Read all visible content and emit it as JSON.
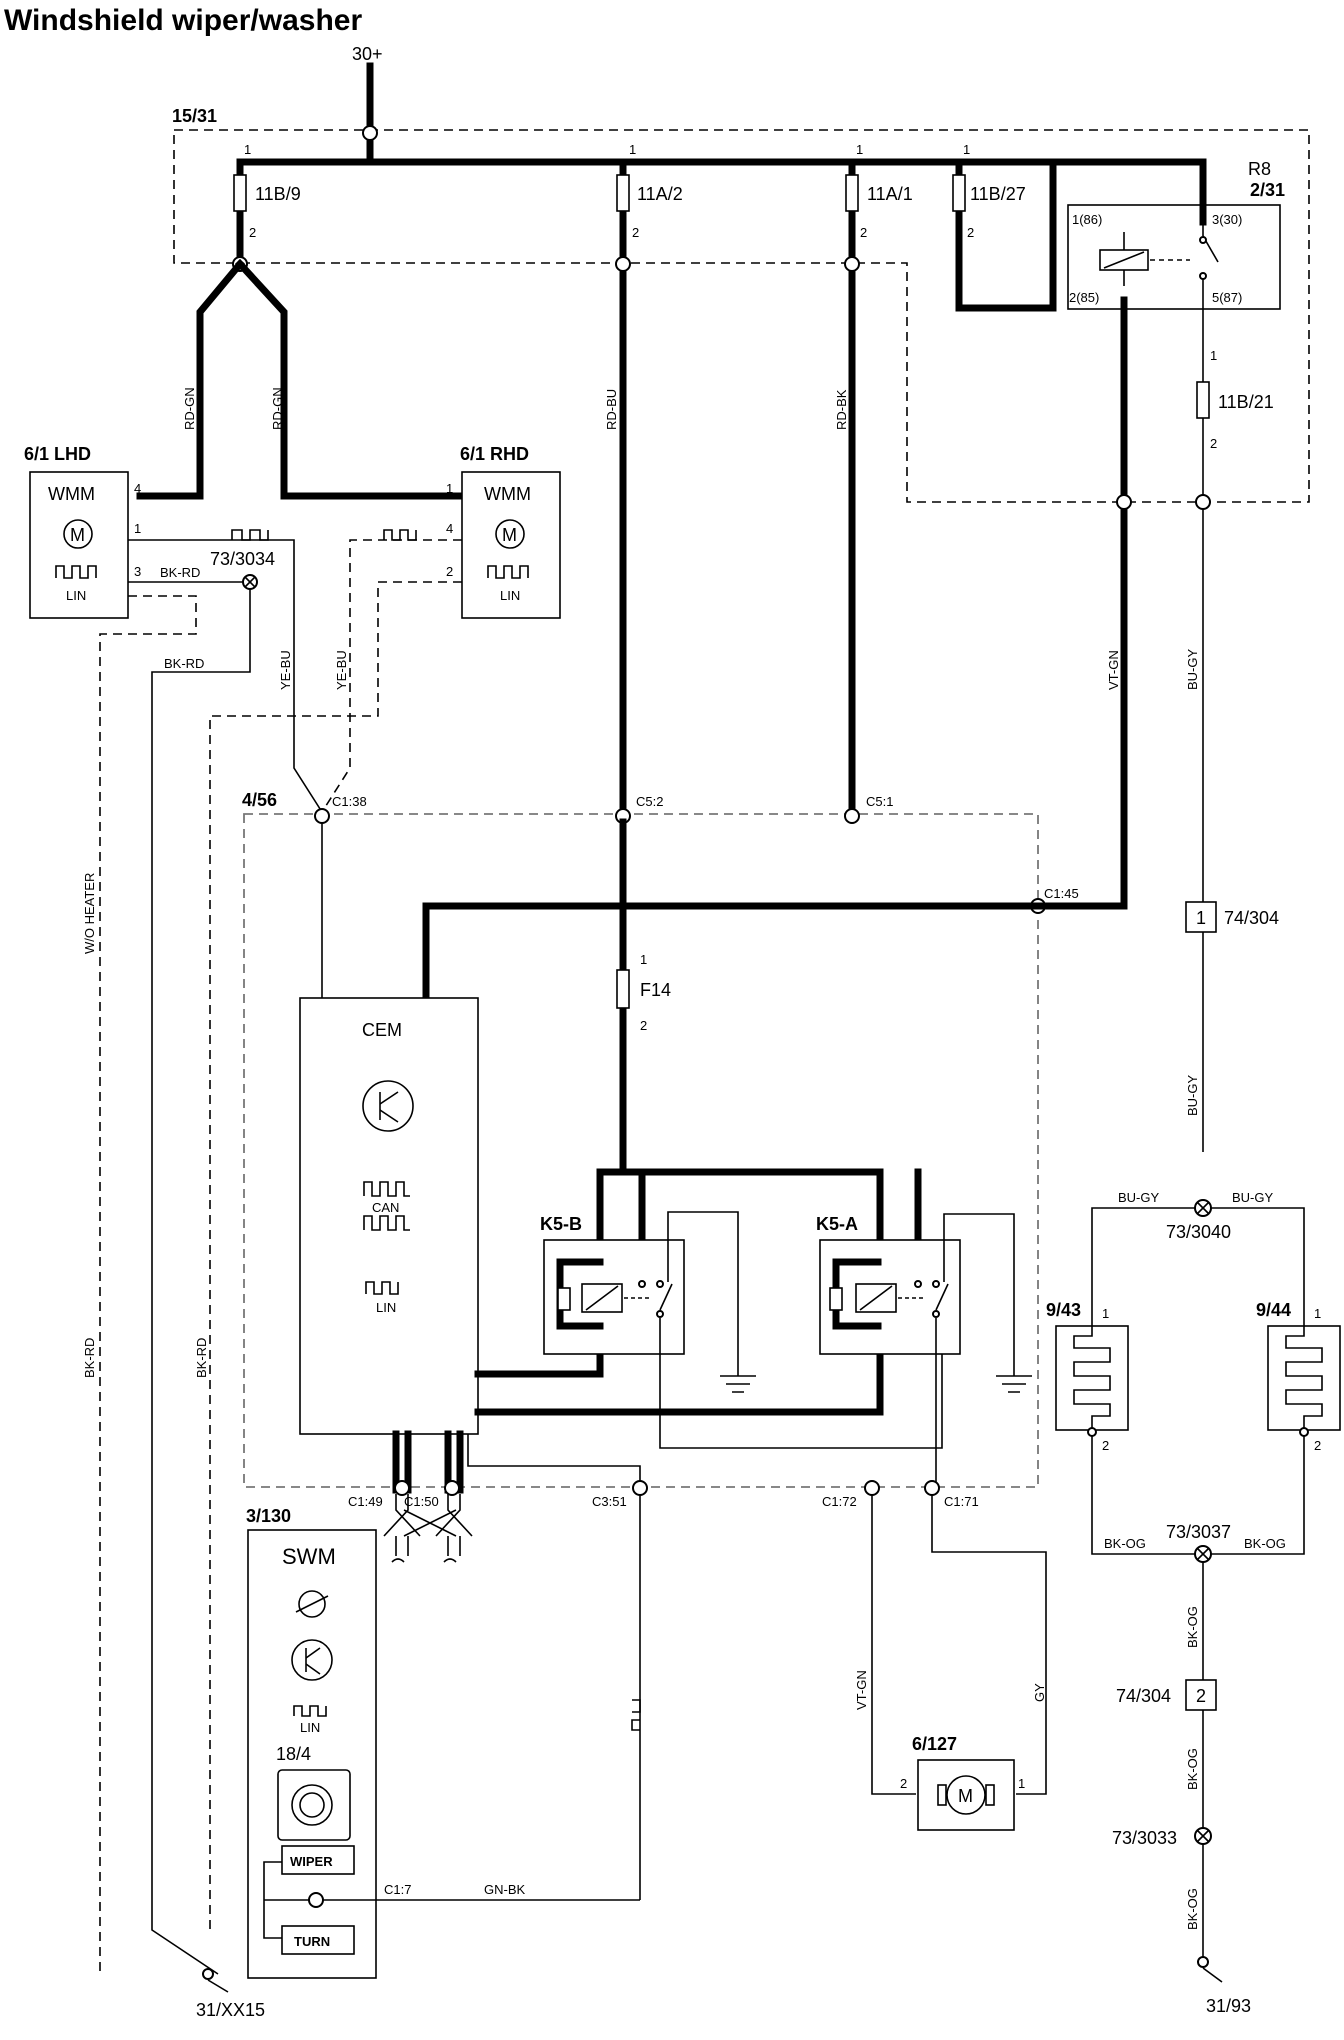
{
  "title": "Windshield wiper/washer",
  "supply": "30+",
  "groups": {
    "central_fuse": "15/31",
    "cem_module": "4/56",
    "steering_module": "3/130"
  },
  "fuses": [
    {
      "id": "11B/9"
    },
    {
      "id": "11A/2"
    },
    {
      "id": "11A/1"
    },
    {
      "id": "11B/27"
    },
    {
      "id": "11B/21"
    },
    {
      "id": "F14"
    }
  ],
  "relay": {
    "name": "R8",
    "location": "2/31",
    "pins": [
      "1(86)",
      "2(85)",
      "3(30)",
      "5(87)"
    ]
  },
  "motors": {
    "lhd": {
      "id": "6/1 LHD",
      "name": "WMM",
      "bus": "LIN"
    },
    "rhd": {
      "id": "6/1 RHD",
      "name": "WMM",
      "bus": "LIN"
    },
    "washer_pump": {
      "id": "6/127"
    }
  },
  "cem": {
    "name": "CEM",
    "can": "CAN",
    "lin": "LIN"
  },
  "relays_internal": {
    "b": "K5-B",
    "a": "K5-A"
  },
  "swm": {
    "name": "SWM",
    "lin": "LIN",
    "switch_id": "18/4",
    "wiper_label": "WIPER",
    "turn_label": "TURN"
  },
  "heaters": {
    "left": "9/43",
    "right": "9/44"
  },
  "splices": {
    "lin_splice": "73/3034",
    "heater_top": "73/3040",
    "heater_bottom": "73/3037",
    "ground_splice": "73/3033"
  },
  "connector_74": {
    "id": "74/304",
    "pin1": "1",
    "pin2": "2"
  },
  "connectors": {
    "c1_38": "C1:38",
    "c5_2": "C5:2",
    "c5_1": "C5:1",
    "c1_45": "C1:45",
    "c1_49": "C1:49",
    "c1_50": "C1:50",
    "c3_51": "C3:51",
    "c1_72": "C1:72",
    "c1_71": "C1:71",
    "c1_7": "C1:7"
  },
  "wires": {
    "rd_gn": "RD-GN",
    "rd_bu": "RD-BU",
    "rd_bk": "RD-BK",
    "bk_rd": "BK-RD",
    "ye_bu": "YE-BU",
    "vt_gn": "VT-GN",
    "bu_gy": "BU-GY",
    "bk_og": "BK-OG",
    "gy": "GY",
    "gn_bk": "GN-BK",
    "wo_heater": "W/O HEATER"
  },
  "grounds": {
    "left": "31/XX15",
    "right": "31/93"
  },
  "pin_numbers": [
    "1",
    "2",
    "3",
    "4"
  ]
}
